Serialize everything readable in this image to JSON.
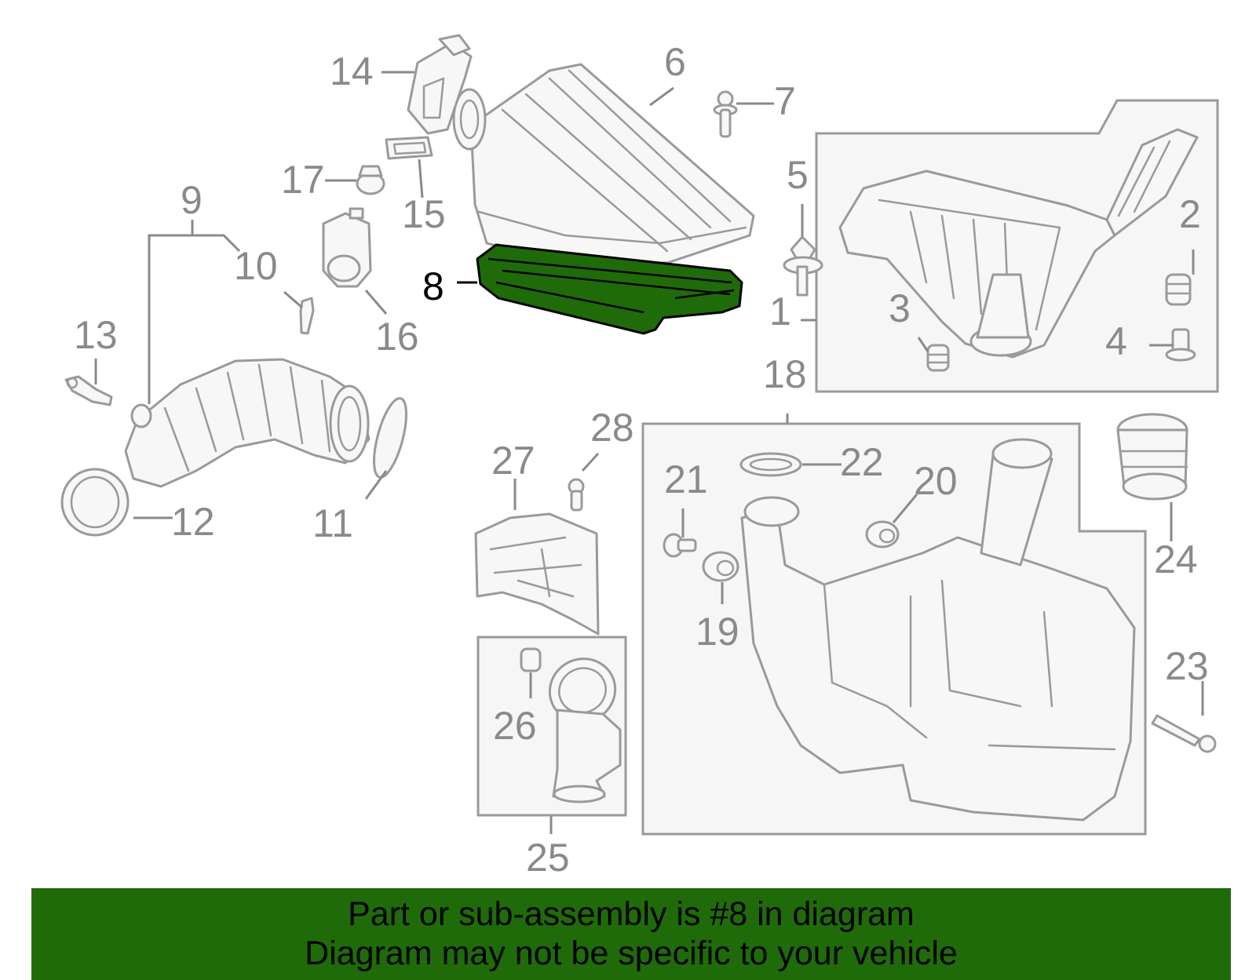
{
  "highlight_color": "#1f6b0a",
  "diagram": {
    "highlighted_part": "8",
    "callouts": {
      "p1": "1",
      "p2": "2",
      "p3": "3",
      "p4": "4",
      "p5": "5",
      "p6": "6",
      "p7": "7",
      "p8": "8",
      "p9": "9",
      "p10": "10",
      "p11": "11",
      "p12": "12",
      "p13": "13",
      "p14": "14",
      "p15": "15",
      "p16": "16",
      "p17": "17",
      "p18": "18",
      "p19": "19",
      "p20": "20",
      "p21": "21",
      "p22": "22",
      "p23": "23",
      "p24": "24",
      "p25": "25",
      "p26": "26",
      "p27": "27",
      "p28": "28"
    }
  },
  "banner": {
    "line1": "Part or sub-assembly is #8 in diagram",
    "line2": "Diagram may not be specific to your vehicle"
  }
}
